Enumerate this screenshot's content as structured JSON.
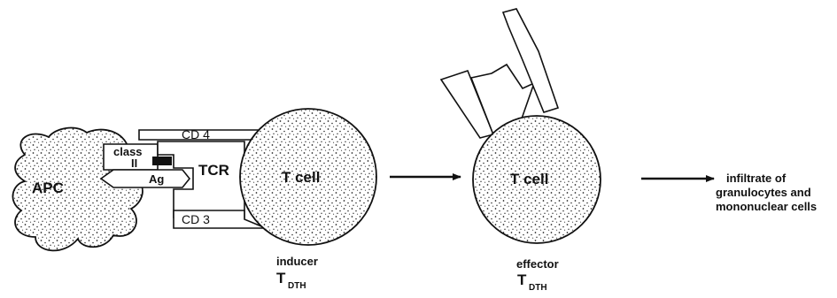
{
  "labels": {
    "apc": "APC",
    "class_top": "class",
    "class_bottom": "II",
    "antigen": "Ag",
    "cd4": "CD 4",
    "tcr": "TCR",
    "cd3": "CD 3",
    "t_cell_inducer": "T cell",
    "t_cell_effector": "T cell",
    "inducer_caption": "inducer",
    "effector_caption": "effector",
    "t_symbol": "T",
    "dth_subscript": "DTH",
    "outcome_line1": "infiltrate of",
    "outcome_line2": "granulocytes and",
    "outcome_line3": "mononuclear cells"
  },
  "colors": {
    "stroke": "#111111",
    "fill": "#ffffff",
    "stipple": "#222222"
  }
}
